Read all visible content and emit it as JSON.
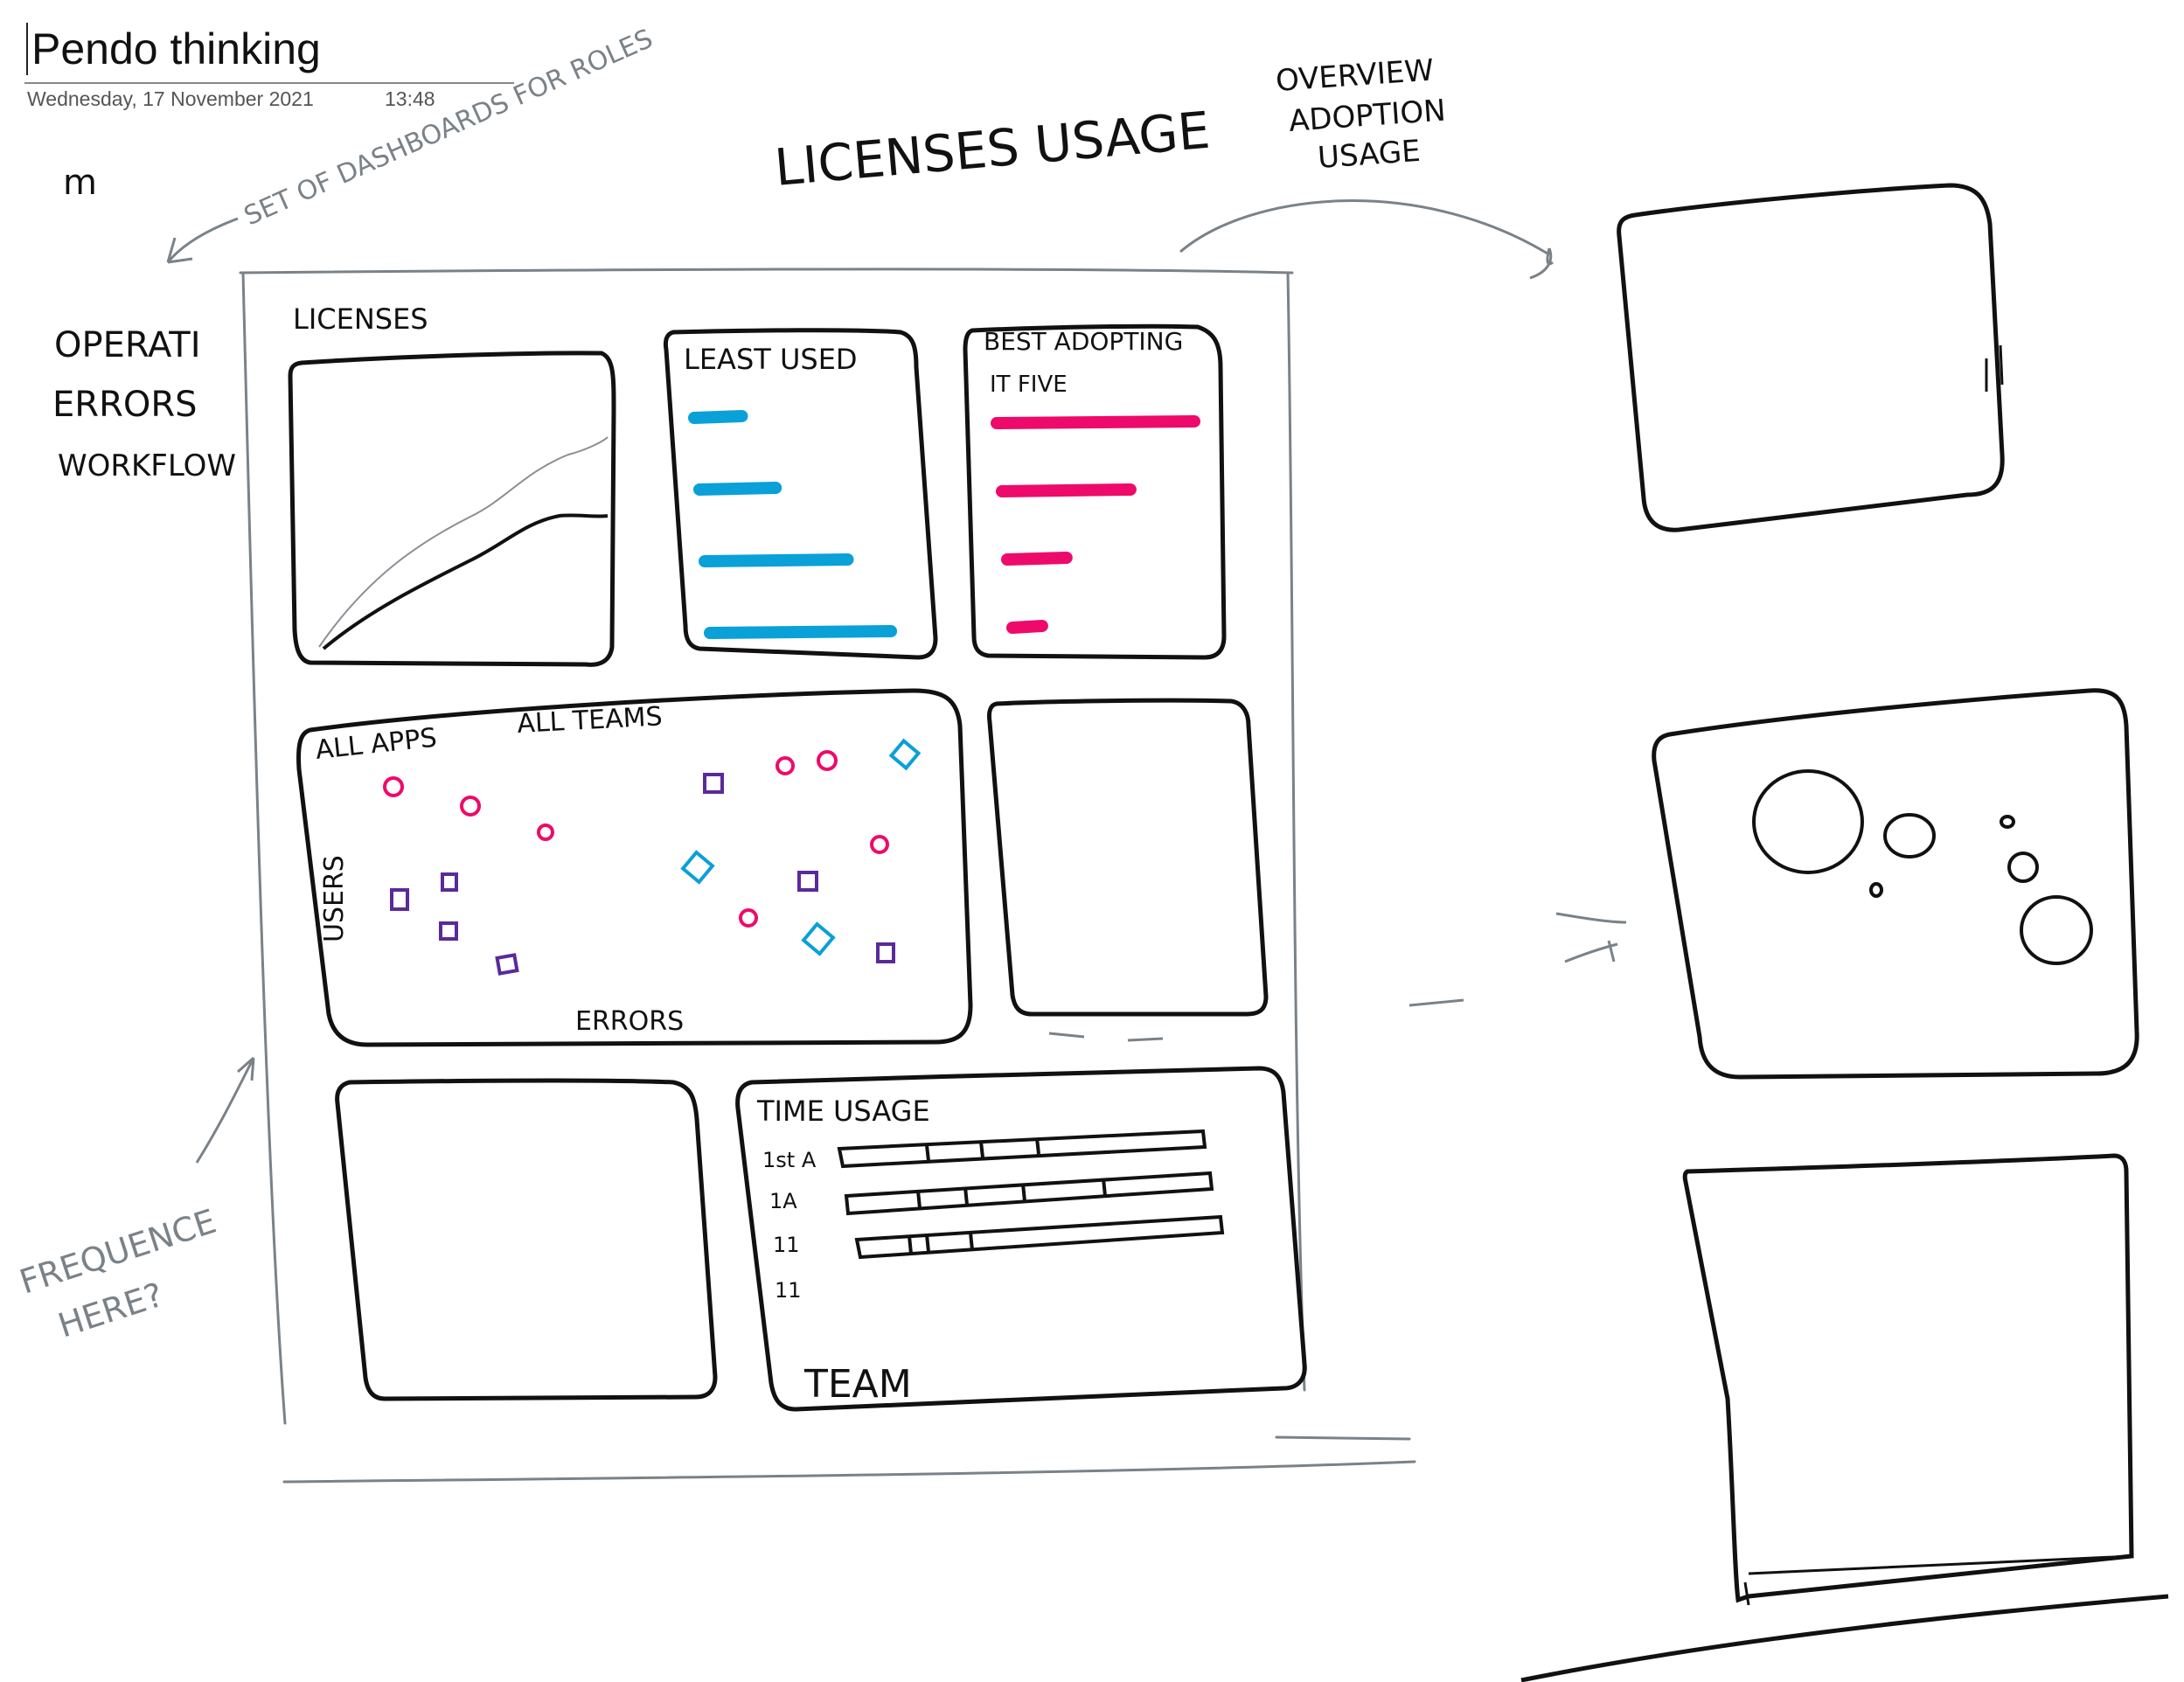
{
  "page": {
    "title": "Pendo thinking",
    "date": "Wednesday, 17 November 2021",
    "time": "13:48"
  },
  "annotations": {
    "heading": "LICENSES USAGE",
    "overview": [
      "OVERVIEW",
      "ADOPTION",
      "USAGE"
    ],
    "dashboards_note": "SET OF DASHBOARDS FOR ROLES",
    "side_list": [
      "OPERATI",
      "ERRORS",
      "WORKFLOW"
    ],
    "frequency_note": [
      "FREQUENCE",
      "HERE?"
    ],
    "scribble": "m"
  },
  "panels": {
    "licenses": {
      "title": "LICENSES"
    },
    "least_used": {
      "title": "LEAST USED",
      "bars": [
        0.25,
        0.4,
        0.75,
        0.95
      ],
      "color": "#0aa0d8"
    },
    "best_adopting": {
      "title": "BEST ADOPTING",
      "subtitle": "IT FIVE",
      "bars": [
        1.0,
        0.65,
        0.3,
        0.15
      ],
      "color": "#ee0a6a"
    },
    "scatter": {
      "title_apps": "ALL APPS",
      "title_teams": "ALL TEAMS",
      "y_label": "USERS",
      "x_label": "ERRORS",
      "colors": {
        "circle": "#ee0a6a",
        "square": "#5a2a9a",
        "diamond": "#0aa0d8"
      }
    },
    "time_usage": {
      "title": "TIME USAGE",
      "rows": [
        "1st A",
        "1A",
        "11",
        "11"
      ],
      "footer": "TEAM"
    }
  }
}
